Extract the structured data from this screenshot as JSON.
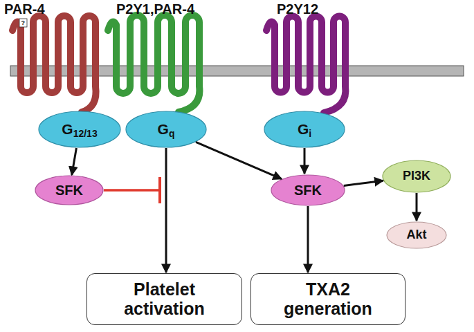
{
  "diagram": {
    "nodes": [
      {
        "text": [
          "G",
          "12/13"
        ]
      },
      {
        "text": [
          "G",
          "q"
        ]
      },
      {
        "text": [
          "G",
          "i"
        ]
      },
      {
        "text": [
          "SFK"
        ]
      },
      {
        "text": [
          "SFK"
        ]
      },
      {
        "text": [
          "PI3K"
        ]
      },
      {
        "text": [
          "Akt"
        ]
      },
      {
        "text": [
          "Platelet activation"
        ]
      },
      {
        "text": [
          "TXA2 generation"
        ]
      }
    ],
    "edges": [
      {
        "from": 0,
        "to": 3,
        "arrow": "to"
      },
      {
        "from": 1,
        "to": 7,
        "arrow": "to"
      },
      {
        "from": 1,
        "to": 4,
        "arrow": "to"
      },
      {
        "from": 2,
        "to": 4,
        "arrow": "to"
      },
      {
        "from": 4,
        "to": 5,
        "arrow": "to"
      },
      {
        "from": 4,
        "to": 8,
        "arrow": "to"
      },
      {
        "from": 5,
        "to": 6,
        "arrow": "to"
      }
    ],
    "labels": [
      "PAR-4",
      "?",
      "P2Y1,PAR-4",
      "P2Y12"
    ]
  }
}
